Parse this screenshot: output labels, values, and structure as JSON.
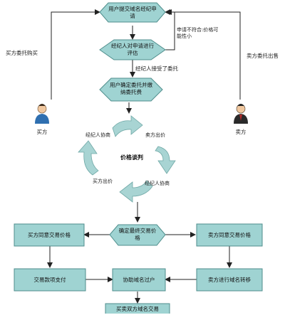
{
  "colors": {
    "box_fill": "#9fd3d2",
    "box_stroke": "#4f8e8c",
    "arrow": "#222222",
    "cycle_arrow": "#a8d4d3"
  },
  "nodes": {
    "submit_domain": "用户提交域名经纪申请",
    "broker_evaluate": "经纪人对申请进行评估",
    "reject_note": "申请不符合:价格可能性小",
    "broker_accept": "经纪人接受了委托",
    "confirm_commission": "用户确定委托并缴纳委托费",
    "price_negotiation": "价格谈判",
    "final_price": "确定最终交易价格",
    "buyer_agree": "买方同意交易价格",
    "seller_agree": "卖方同意交易价格",
    "payment": "交易款项支付",
    "assist_transfer": "协助域名过户",
    "seller_transfer": "卖方进行域名转移",
    "bottom_partial": "买卖双方域名交易"
  },
  "edge_labels": {
    "buyer_commission": "买方委托购买",
    "seller_commission": "卖方委托出售",
    "broker_negotiate_top": "经纪人协商",
    "seller_offer": "卖方出价",
    "buyer_offer": "买方出价",
    "broker_negotiate_bottom": "经纪人协商"
  },
  "actors": {
    "buyer": "买方",
    "seller": "卖方"
  },
  "icons": [
    "buyer-person-icon",
    "seller-person-icon"
  ]
}
